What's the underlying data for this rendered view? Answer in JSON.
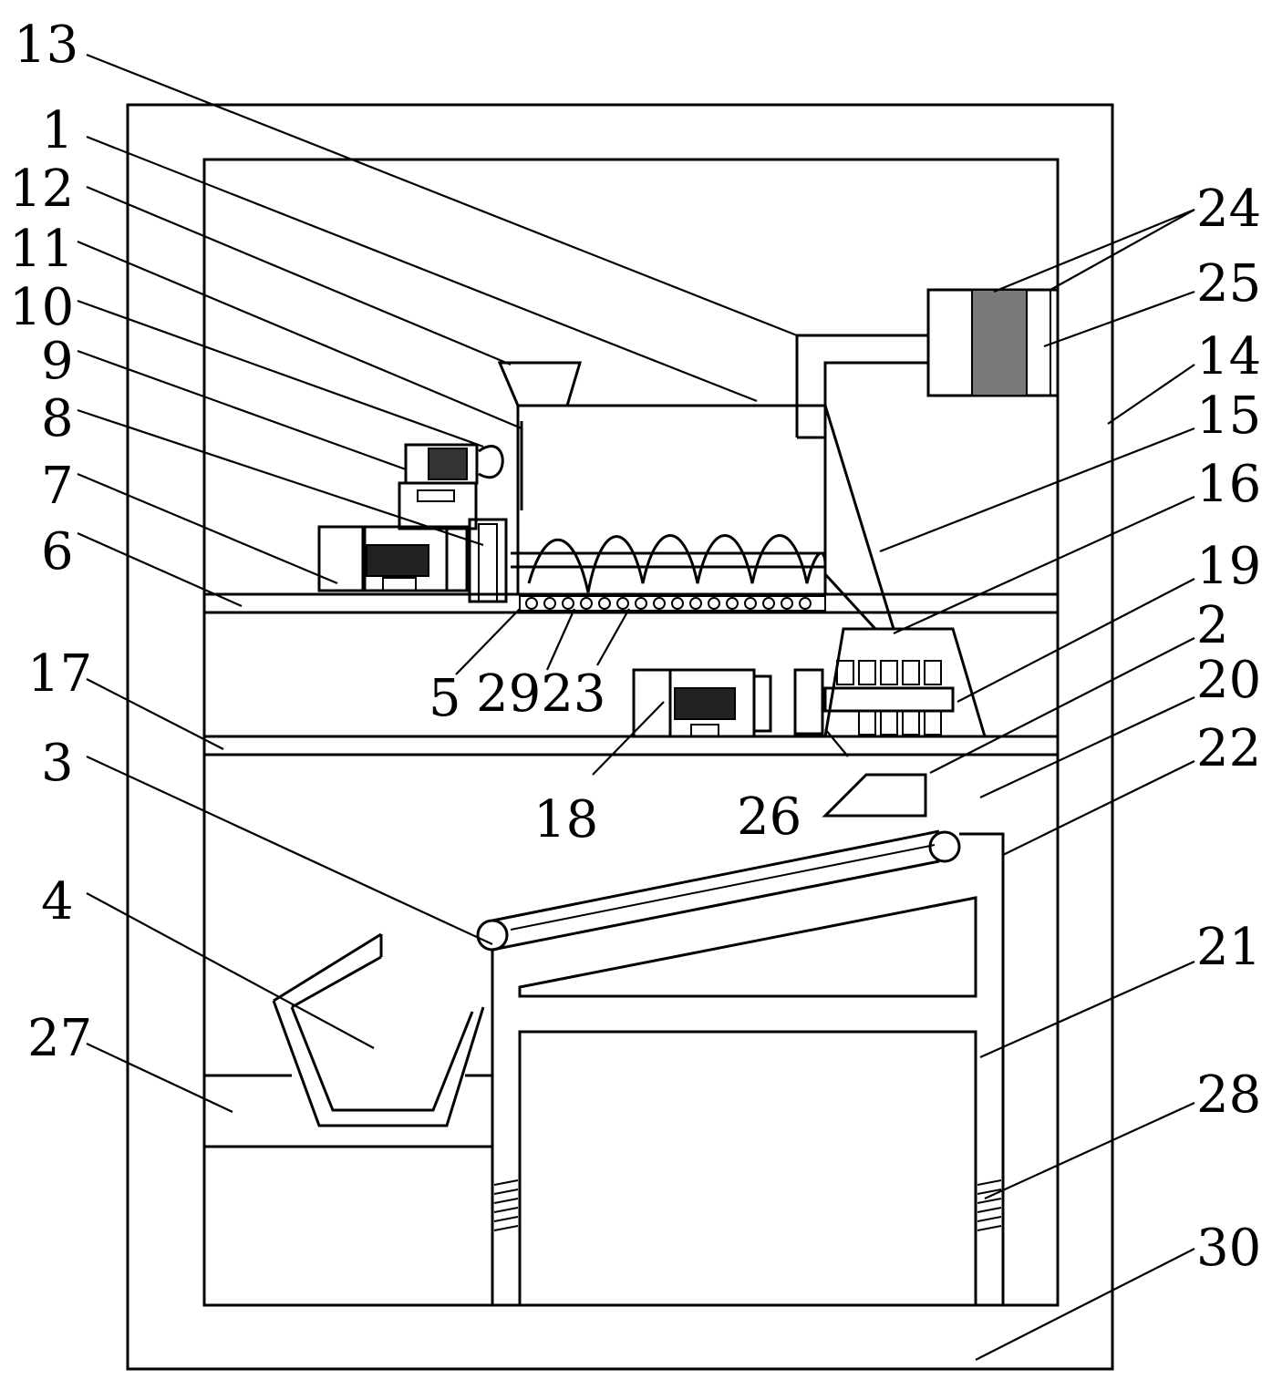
{
  "callouts": {
    "c1": "1",
    "c2": "2",
    "c3": "3",
    "c4": "4",
    "c5": "5",
    "c6": "6",
    "c7": "7",
    "c8": "8",
    "c9": "9",
    "c10": "10",
    "c11": "11",
    "c12": "12",
    "c13": "13",
    "c14": "14",
    "c15": "15",
    "c16": "16",
    "c17": "17",
    "c18": "18",
    "c19": "19",
    "c20": "20",
    "c21": "21",
    "c22": "22",
    "c2923": "2923",
    "c24": "24",
    "c25": "25",
    "c26": "26",
    "c27": "27",
    "c28": "28",
    "c30": "30"
  }
}
